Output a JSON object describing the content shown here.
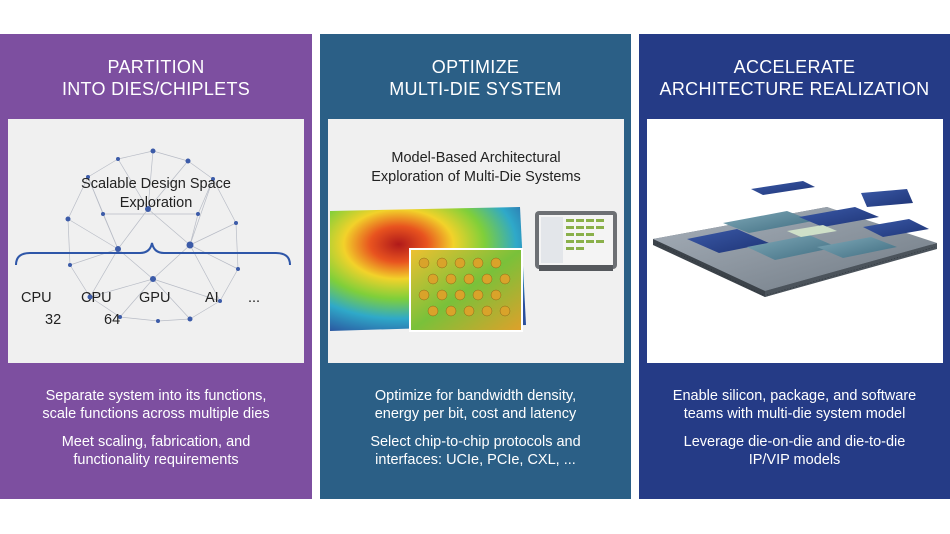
{
  "panels": [
    {
      "title_line1": "PARTITION",
      "title_line2": "INTO DIES/CHIPLETS",
      "diagram": {
        "label_line1": "Scalable Design Space",
        "label_line2": "Exploration",
        "items": [
          "CPU",
          "CPU",
          "GPU",
          "AI",
          "..."
        ],
        "subvalues": [
          "32",
          "64"
        ]
      },
      "text1_line1": "Separate system into its functions,",
      "text1_line2": "scale functions across multiple dies",
      "text2_line1": "Meet scaling, fabrication, and",
      "text2_line2": "functionality requirements"
    },
    {
      "title_line1": "OPTIMIZE",
      "title_line2": "MULTI-DIE SYSTEM",
      "diagram": {
        "label_line1": "Model-Based Architectural",
        "label_line2": "Exploration of Multi-Die Systems"
      },
      "text1_line1": "Optimize for bandwidth density,",
      "text1_line2": "energy per bit, cost and latency",
      "text2_line1": "Select chip-to-chip protocols and",
      "text2_line2": "interfaces: UCIe, PCIe, CXL, ..."
    },
    {
      "title_line1": "ACCELERATE",
      "title_line2": "ARCHITECTURE REALIZATION",
      "text1_line1": "Enable silicon, package, and software",
      "text1_line2": "teams with multi-die system model",
      "text2_line1": "Leverage die-on-die and die-to-die",
      "text2_line2": "IP/VIP models"
    }
  ],
  "colors": {
    "panel1": "#7d4fa0",
    "panel2": "#2b5f86",
    "panel3": "#253b86",
    "brace": "#2e56a8"
  }
}
